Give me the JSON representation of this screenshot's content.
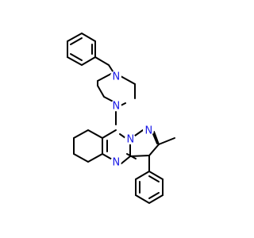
{
  "structure": {
    "atoms": [
      {
        "id": "N1",
        "symbol": "N",
        "name": "piperazine-nitrogen-top"
      },
      {
        "id": "N2",
        "symbol": "N",
        "name": "piperazine-nitrogen-bottom"
      },
      {
        "id": "N3",
        "symbol": "N",
        "name": "pyrazole-nitrogen"
      },
      {
        "id": "N4",
        "symbol": "N",
        "name": "bridgehead-nitrogen"
      },
      {
        "id": "N5",
        "symbol": "N",
        "name": "pyrimidine-nitrogen"
      }
    ],
    "colors": {
      "bond": "#000000",
      "nitrogen": "#1a1ae6",
      "background": "#ffffff"
    }
  }
}
